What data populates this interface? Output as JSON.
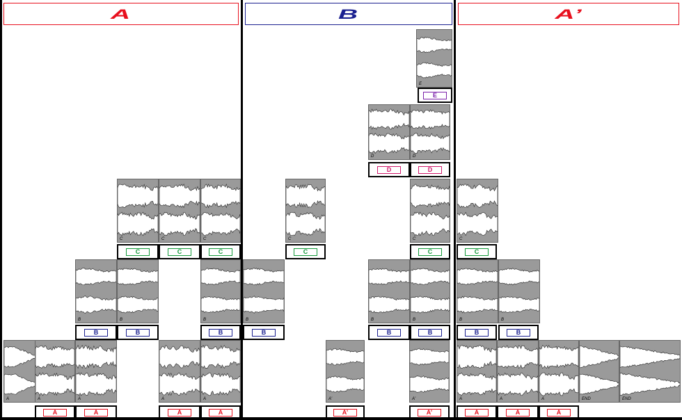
{
  "colors": {
    "A": "#e8101e",
    "B": "#1a2090",
    "C": "#139a3a",
    "D": "#d0186a",
    "E": "#7a1fa8",
    "waveform_bg": "#9a9a9a",
    "waveform_fg": "#ffffff"
  },
  "sections": [
    {
      "id": "sec-a",
      "title": "A",
      "color": "#e8101e"
    },
    {
      "id": "sec-b",
      "title": "B",
      "color": "#1a2090"
    },
    {
      "id": "sec-a-prime",
      "title": "A’",
      "color": "#e8101e"
    }
  ],
  "tags": [
    {
      "label": "A",
      "color": "#e8101e"
    },
    {
      "label": "B",
      "color": "#1a2090"
    },
    {
      "label": "C",
      "color": "#139a3a"
    },
    {
      "label": "D",
      "color": "#d0186a"
    },
    {
      "label": "E",
      "color": "#7a1fa8"
    },
    {
      "label": "A’",
      "color": "#e8101e"
    }
  ],
  "clip_names": {
    "A": "A",
    "A_prime": "A'",
    "B": "B",
    "C": "C",
    "D": "D",
    "E": "E",
    "END": "END"
  },
  "waveform_shapes": [
    "sustain",
    "dense",
    "fade",
    "taper"
  ]
}
